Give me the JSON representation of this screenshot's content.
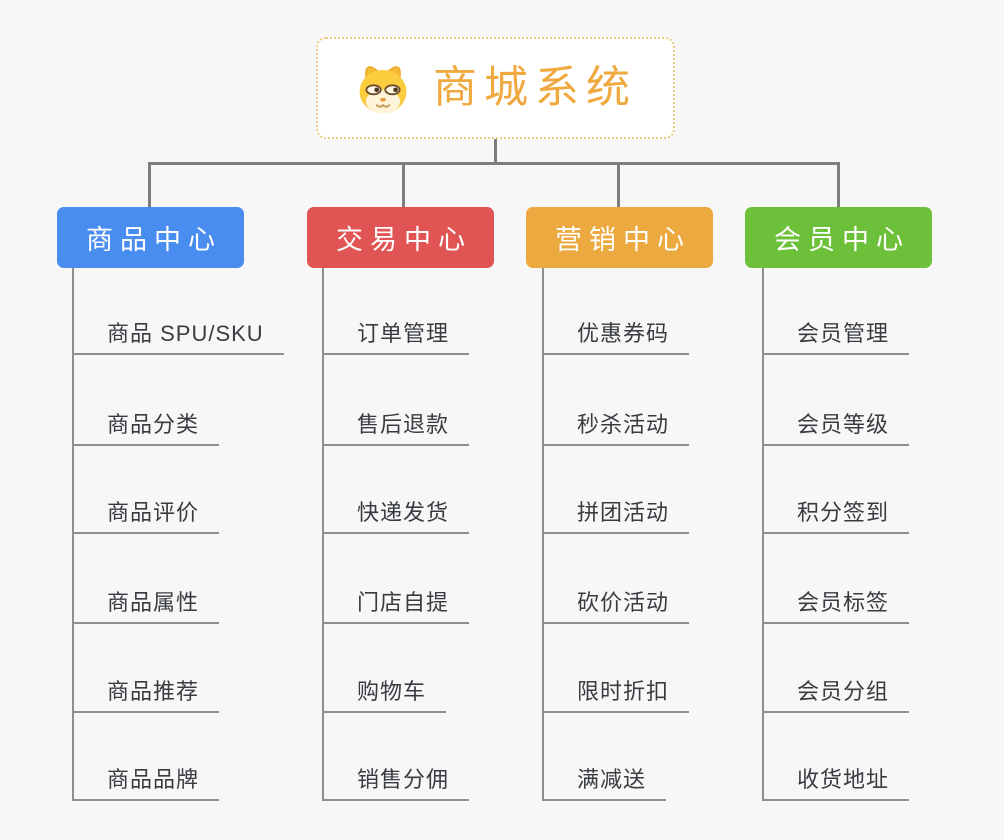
{
  "root": {
    "title": "商城系统",
    "icon": "shiba-dog-icon",
    "title_color": "#efa93e",
    "border_color": "#f2c77e",
    "background": "#ffffff"
  },
  "connector_color": "#7e7e7e",
  "background_color": "#f7f7f8",
  "branches": [
    {
      "label": "商品中心",
      "color": "#4a8df0",
      "items": [
        "商品 SPU/SKU",
        "商品分类",
        "商品评价",
        "商品属性",
        "商品推荐",
        "商品品牌"
      ]
    },
    {
      "label": "交易中心",
      "color": "#e05553",
      "items": [
        "订单管理",
        "售后退款",
        "快递发货",
        "门店自提",
        "购物车",
        "销售分佣"
      ]
    },
    {
      "label": "营销中心",
      "color": "#eca93f",
      "items": [
        "优惠券码",
        "秒杀活动",
        "拼团活动",
        "砍价活动",
        "限时折扣",
        "满减送"
      ]
    },
    {
      "label": "会员中心",
      "color": "#6cc03a",
      "items": [
        "会员管理",
        "会员等级",
        "积分签到",
        "会员标签",
        "会员分组",
        "收货地址"
      ]
    }
  ]
}
